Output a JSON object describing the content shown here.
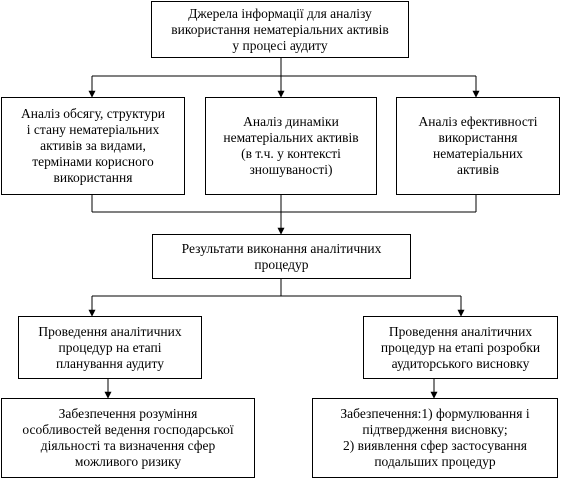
{
  "diagram": {
    "nodes": {
      "sources": {
        "lines": [
          "Джерела інформації для аналізу",
          "використання нематеріальних активів",
          "у процесі аудиту"
        ]
      },
      "analysis_volume": {
        "lines": [
          "Аналіз обсягу, структури",
          "і стану нематеріальних",
          "активів за видами,",
          "термінами корисного",
          "використання"
        ]
      },
      "analysis_dynamics": {
        "lines": [
          "Аналіз динаміки",
          "нематеріальних активів",
          "(в т.ч. у контексті",
          "зношуваності)"
        ]
      },
      "analysis_efficiency": {
        "lines": [
          "Аналіз ефективності",
          "використання",
          "нематеріальних",
          "активів"
        ]
      },
      "results": {
        "lines": [
          "Результати виконання аналітичних",
          "процедур"
        ]
      },
      "planning": {
        "lines": [
          "Проведення аналітичних",
          "процедур на етапі",
          "планування аудиту"
        ]
      },
      "reporting": {
        "lines": [
          "Проведення аналітичних",
          "процедур на етапі розробки",
          "аудиторського висновку"
        ]
      },
      "understanding": {
        "lines": [
          "Забезпечення розуміння",
          "особливостей ведення господарської",
          "діяльності та визначення сфер",
          "можливого ризику"
        ]
      },
      "ensuring": {
        "lines": [
          "Забезпечення:1) формулювання і",
          "підтвердження висновку;",
          "2) виявлення сфер застосування",
          "подальших процедур"
        ]
      }
    },
    "colors": {
      "stroke": "#000000",
      "fill": "#ffffff",
      "text": "#000000"
    }
  }
}
